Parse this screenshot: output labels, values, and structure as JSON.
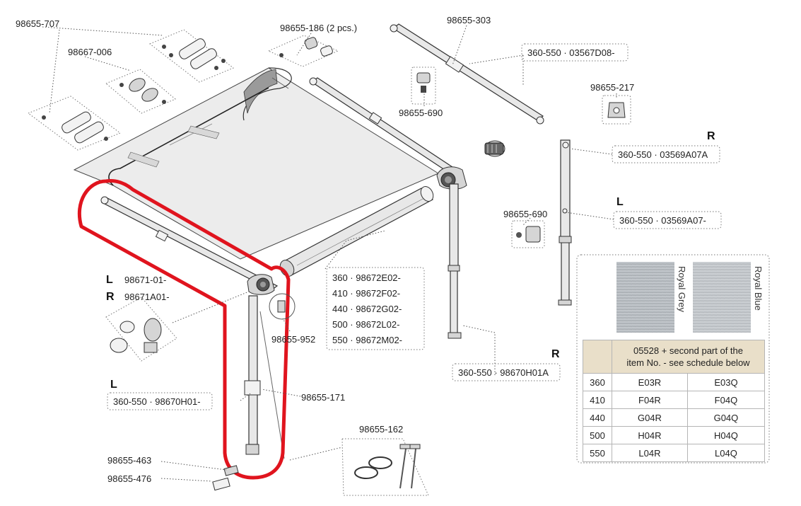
{
  "parts": {
    "p98655_707": "98655-707",
    "p98667_006": "98667-006",
    "p98655_186": "98655-186 (2 pcs.)",
    "p98655_303": "98655-303",
    "p360_03567D08": "360-550 · 03567D08-",
    "p98655_690_top": "98655-690",
    "p98655_217": "98655-217",
    "p360_03569A07A": "360-550 · 03569A07A",
    "p360_03569A07": "360-550 · 03569A07-",
    "p98655_690_mid": "98655-690",
    "p98671_01": "98671-01-",
    "p98671A01": "98671A01-",
    "p98655_952": "98655-952",
    "p98670H01A": "360-550 · 98670H01A",
    "p98670H01": "360-550 · 98670H01-",
    "p98655_171": "98655-171",
    "p98655_162": "98655-162",
    "p98655_463": "98655-463",
    "p98655_476": "98655-476"
  },
  "side_marks": {
    "r_top": "R",
    "l_mid": "L",
    "l_left": "L",
    "r_left": "R",
    "r_bottom": "R",
    "l_bottom": "L"
  },
  "rollbar_variants": [
    "360 · 98672E02-",
    "410 · 98672F02-",
    "440 · 98672G02-",
    "500 · 98672L02-",
    "550 · 98672M02-"
  ],
  "fabrics": {
    "grey": {
      "name": "Royal Grey",
      "color": "#aeb3b8"
    },
    "blue": {
      "name": "Royal Blue",
      "color": "#b6bcc4"
    }
  },
  "schedule": {
    "header": [
      "05528 + second part of the",
      "item No. - see schedule below"
    ],
    "rows": [
      {
        "size": "360",
        "grey": "E03R",
        "blue": "E03Q"
      },
      {
        "size": "410",
        "grey": "F04R",
        "blue": "F04Q"
      },
      {
        "size": "440",
        "grey": "G04R",
        "blue": "G04Q"
      },
      {
        "size": "500",
        "grey": "H04R",
        "blue": "H04Q"
      },
      {
        "size": "550",
        "grey": "L04R",
        "blue": "L04Q"
      }
    ]
  },
  "highlight_color": "#e0141e"
}
